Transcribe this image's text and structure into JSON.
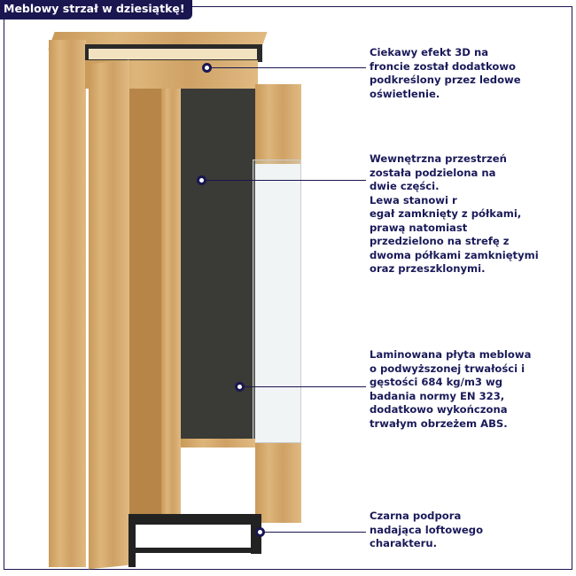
{
  "title": "Meblowy strzał w dziesiątkę!",
  "notes": [
    {
      "lines": [
        "Ciekawy efekt 3D na",
        "froncie został dodatkowo",
        "podkreślony przez ledowe",
        "oświetlenie."
      ]
    },
    {
      "lines": [
        "Wewnętrzna przestrzeń",
        "została podzielona na",
        "dwie części.",
        "Lewa stanowi r",
        "egał zamknięty z półkami,",
        "prawą natomiast",
        "przedzielono na strefę z",
        "dwoma półkami zamkniętymi",
        "oraz przeszklonymi."
      ]
    },
    {
      "lines": [
        "Laminowana płyta meblowa",
        "o podwyższonej trwałości i",
        "gęstości 684 kg/m3 wg",
        "badania normy EN 323,",
        "dodatkowo wykończona",
        "trwałym obrzeżem ABS."
      ]
    },
    {
      "lines": [
        "Czarna podpora",
        "nadająca loftowego",
        "charakteru."
      ]
    }
  ],
  "colors": {
    "accent": "#1a1650",
    "text": "#1a1a5a"
  }
}
